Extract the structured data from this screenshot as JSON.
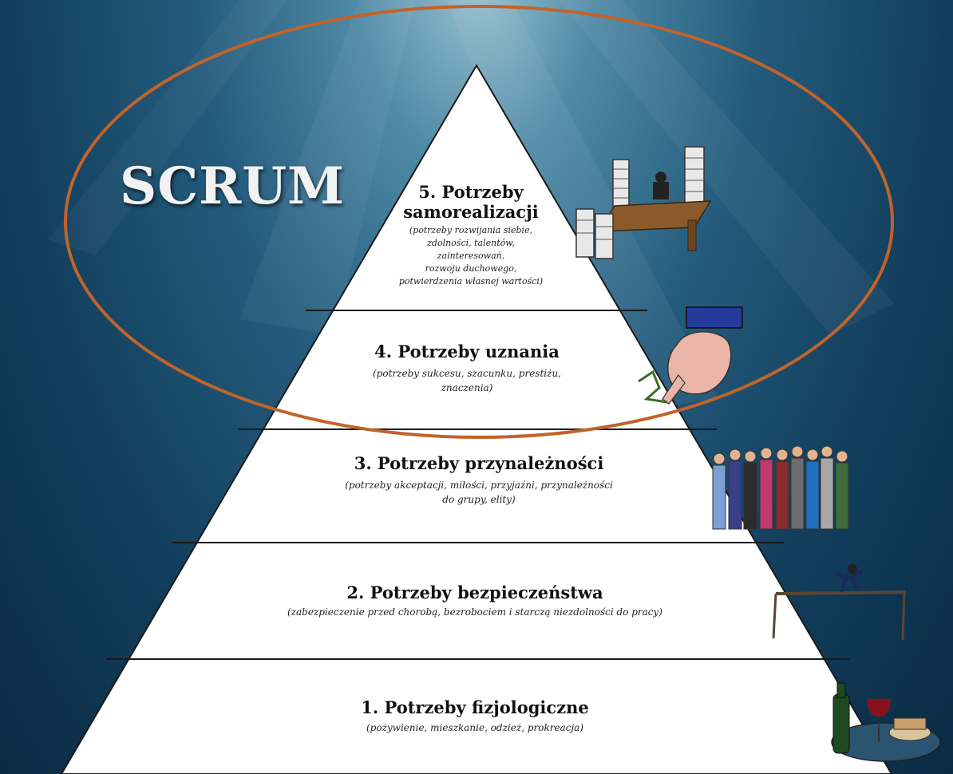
{
  "scrum_label": "SCRUM",
  "levels": [
    {
      "title": "5. Potrzeby",
      "title2": "samorealizacji",
      "sub": [
        "(potrzeby rozwijania siebie,",
        "zdolności, talentów,",
        "zainteresowań,",
        "rozwoju duchowego,",
        "potwierdzenia własnej wartości)"
      ]
    },
    {
      "title": "4. Potrzeby uznania",
      "sub": [
        "(potrzeby sukcesu, szacunku, prestiżu,",
        "znaczenia)"
      ]
    },
    {
      "title": "3. Potrzeby przynależności",
      "sub": [
        "(potrzeby akceptacji, miłości, przyjaźni, przynależności",
        "do grupy, elity)"
      ]
    },
    {
      "title": "2. Potrzeby bezpieczeństwa",
      "sub": [
        "(zabezpieczenie przed chorobą, bezrobociem i starczą niezdolności do pracy)"
      ]
    },
    {
      "title": "1. Potrzeby fizjologiczne",
      "sub": [
        "(pożywienie, mieszkanie, odzież, prokreacja)"
      ]
    }
  ],
  "colors": {
    "ellipse": "#c2632a",
    "pyramid": "#ffffff",
    "outline": "#1a1a1a",
    "background": "#1b4a6b"
  },
  "icons": [
    "office-desk-icon",
    "hand-crushing-figure-icon",
    "crowd-of-people-icon",
    "person-on-bridge-icon",
    "food-and-wine-icon"
  ]
}
